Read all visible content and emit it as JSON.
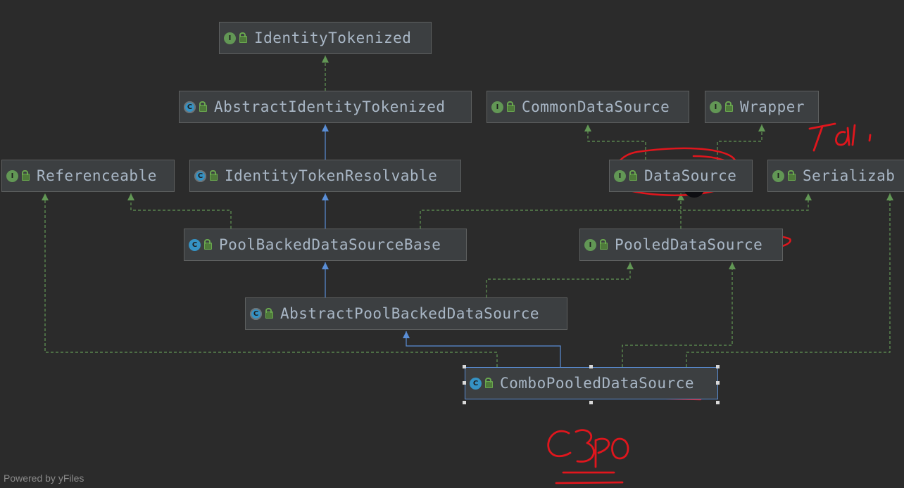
{
  "diagram": {
    "nodes": [
      {
        "id": "IdentityTokenized",
        "label": "IdentityTokenized",
        "kind": "interface",
        "badge_icon": "interface-icon"
      },
      {
        "id": "AbstractIdentityTokenized",
        "label": "AbstractIdentityTokenized",
        "kind": "abstract",
        "badge_icon": "abstract-class-icon"
      },
      {
        "id": "CommonDataSource",
        "label": "CommonDataSource",
        "kind": "interface",
        "badge_icon": "interface-icon"
      },
      {
        "id": "Wrapper",
        "label": "Wrapper",
        "kind": "interface",
        "badge_icon": "interface-icon"
      },
      {
        "id": "Referenceable",
        "label": "Referenceable",
        "kind": "interface",
        "badge_icon": "interface-icon"
      },
      {
        "id": "IdentityTokenResolvable",
        "label": "IdentityTokenResolvable",
        "kind": "abstract",
        "badge_icon": "abstract-class-icon"
      },
      {
        "id": "DataSource",
        "label": "DataSource",
        "kind": "interface",
        "badge_icon": "interface-icon"
      },
      {
        "id": "Serializable",
        "label": "Serializab",
        "kind": "interface",
        "badge_icon": "interface-icon"
      },
      {
        "id": "PoolBackedDataSourceBase",
        "label": "PoolBackedDataSourceBase",
        "kind": "class",
        "badge_icon": "class-icon"
      },
      {
        "id": "PooledDataSource",
        "label": "PooledDataSource",
        "kind": "interface",
        "badge_icon": "interface-icon"
      },
      {
        "id": "AbstractPoolBackedDataSource",
        "label": "AbstractPoolBackedDataSource",
        "kind": "abstract",
        "badge_icon": "abstract-class-icon"
      },
      {
        "id": "ComboPooledDataSource",
        "label": "ComboPooledDataSource",
        "kind": "class",
        "badge_icon": "class-icon",
        "selected": true
      }
    ],
    "edges": [
      {
        "from": "AbstractIdentityTokenized",
        "to": "IdentityTokenized",
        "type": "implements"
      },
      {
        "from": "IdentityTokenResolvable",
        "to": "AbstractIdentityTokenized",
        "type": "extends"
      },
      {
        "from": "DataSource",
        "to": "CommonDataSource",
        "type": "extends-interface"
      },
      {
        "from": "DataSource",
        "to": "Wrapper",
        "type": "extends-interface"
      },
      {
        "from": "PoolBackedDataSourceBase",
        "to": "IdentityTokenResolvable",
        "type": "extends"
      },
      {
        "from": "PoolBackedDataSourceBase",
        "to": "Referenceable",
        "type": "implements"
      },
      {
        "from": "PoolBackedDataSourceBase",
        "to": "Serializable",
        "type": "implements"
      },
      {
        "from": "PooledDataSource",
        "to": "DataSource",
        "type": "extends-interface"
      },
      {
        "from": "AbstractPoolBackedDataSource",
        "to": "PoolBackedDataSourceBase",
        "type": "extends"
      },
      {
        "from": "AbstractPoolBackedDataSource",
        "to": "PooledDataSource",
        "type": "implements"
      },
      {
        "from": "ComboPooledDataSource",
        "to": "AbstractPoolBackedDataSource",
        "type": "extends"
      },
      {
        "from": "ComboPooledDataSource",
        "to": "Referenceable",
        "type": "implements"
      },
      {
        "from": "ComboPooledDataSource",
        "to": "PooledDataSource",
        "type": "implements"
      },
      {
        "from": "ComboPooledDataSource",
        "to": "Serializable",
        "type": "implements"
      }
    ],
    "handwritten_annotations": [
      "Tdli",
      "C3P0"
    ]
  },
  "colors": {
    "background": "#2b2b2b",
    "extends_edge": "#5a8ed6",
    "implements_edge": "#629755",
    "annotation_ink": "#e0161d",
    "interface_badge": "#629755",
    "class_badge": "#3592c4"
  },
  "footer": {
    "text": "Powered by yFiles"
  }
}
